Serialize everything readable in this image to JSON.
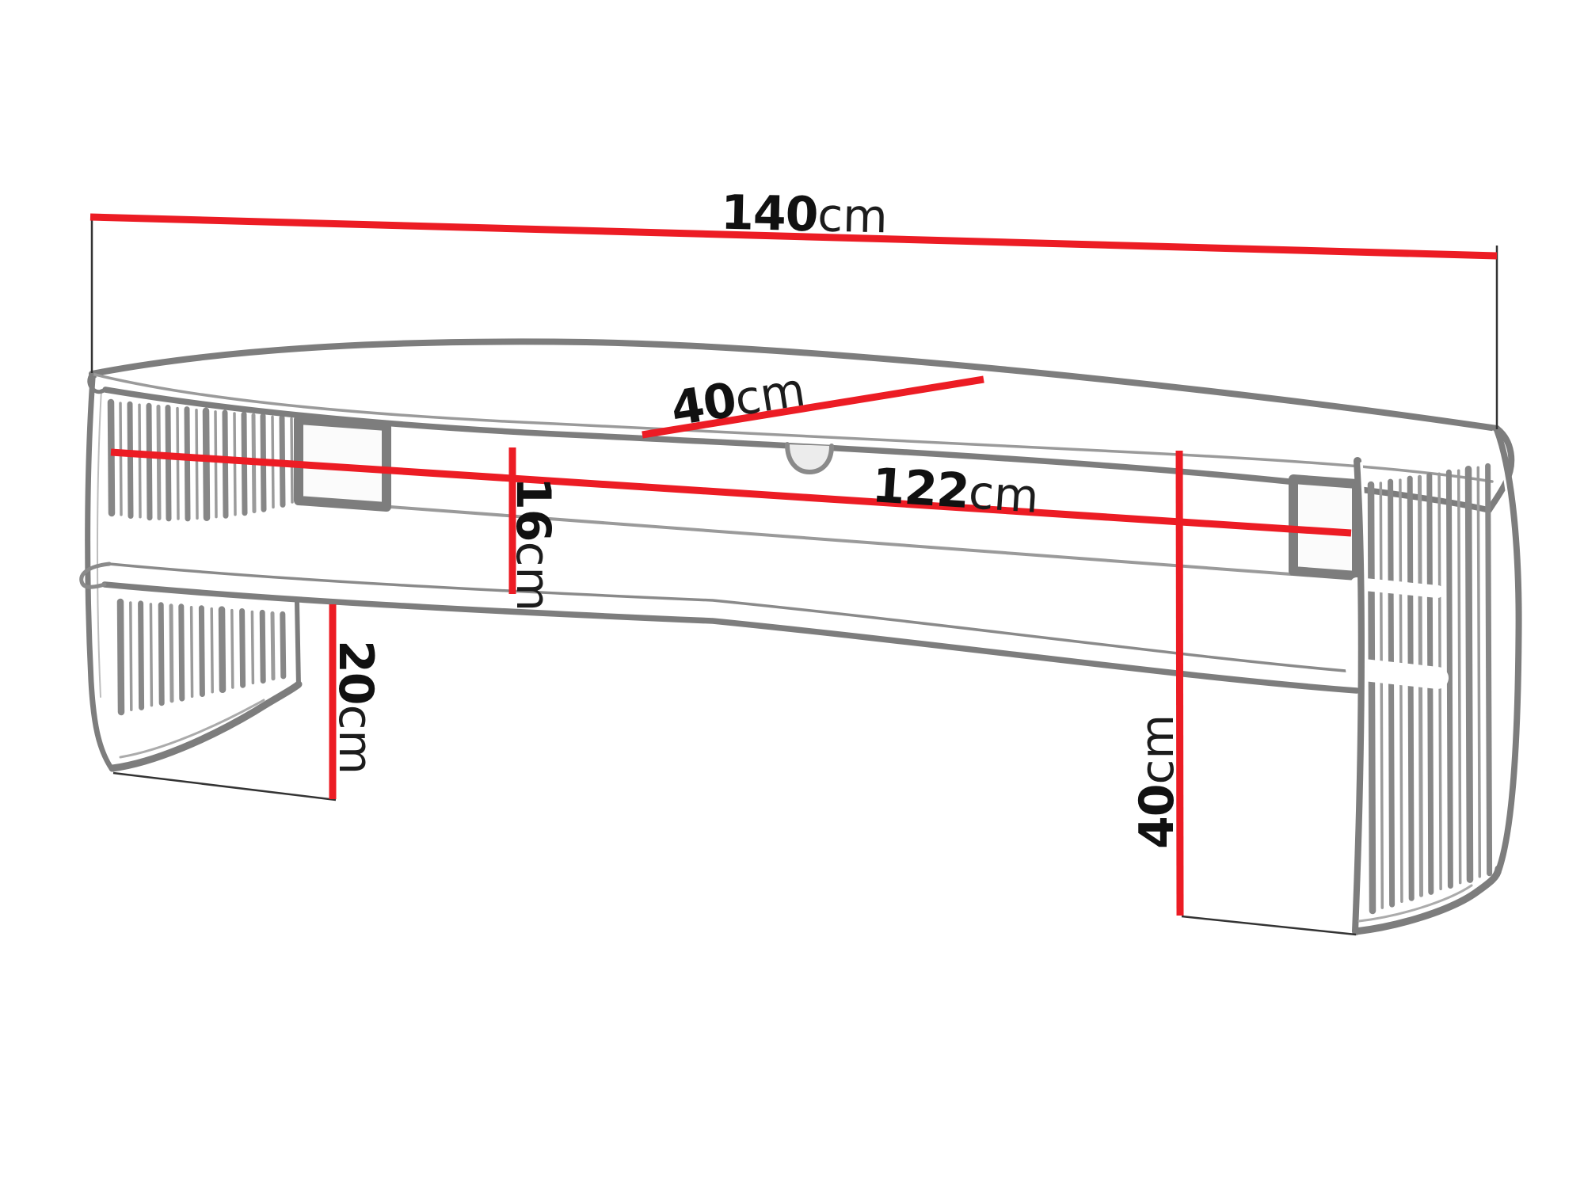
{
  "diagram": {
    "kind": "furniture dimension drawing",
    "background_color": "#ffffff",
    "drawing_line_color": "#7d7d7d",
    "dimension_line_color": "#ec1c24",
    "extension_line_color": "#333333",
    "label_text_color": "#111111"
  },
  "dimensions": {
    "overall_width": {
      "value": "140",
      "unit": "cm"
    },
    "top_depth": {
      "value": "40",
      "unit": "cm"
    },
    "inner_width": {
      "value": "122",
      "unit": "cm"
    },
    "shelf_opening_height": {
      "value": "16",
      "unit": "cm"
    },
    "under_shelf_clearance": {
      "value": "20",
      "unit": "cm"
    },
    "overall_height": {
      "value": "40",
      "unit": "cm"
    }
  }
}
